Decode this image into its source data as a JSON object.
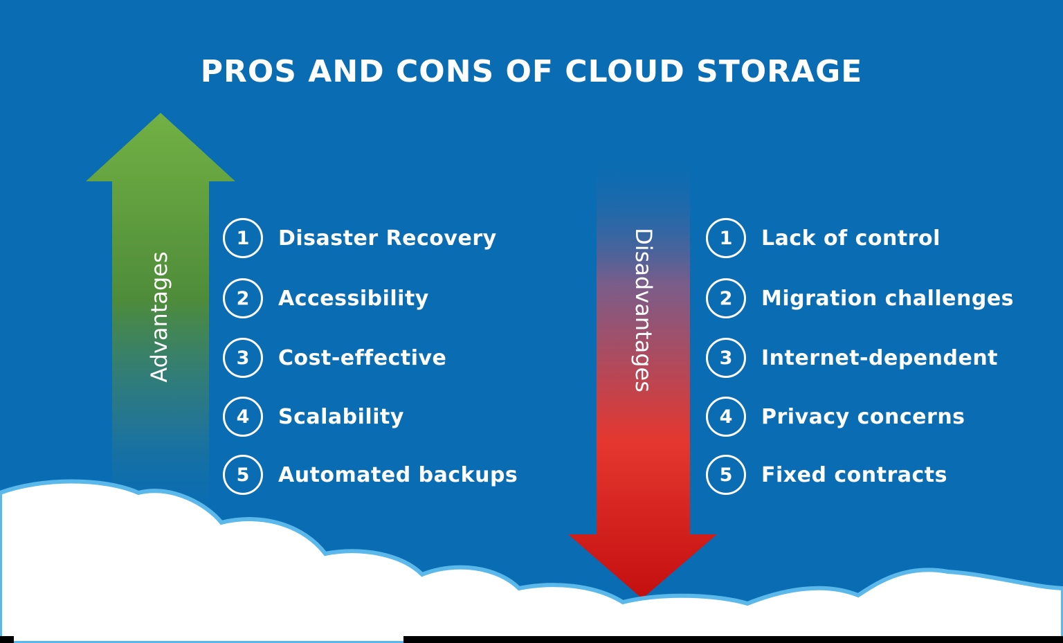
{
  "title": "PROS AND CONS OF CLOUD STORAGE",
  "advantages": {
    "label": "Advantages",
    "items": [
      {
        "num": "1",
        "text": "Disaster Recovery"
      },
      {
        "num": "2",
        "text": "Accessibility"
      },
      {
        "num": "3",
        "text": "Cost-effective"
      },
      {
        "num": "4",
        "text": "Scalability"
      },
      {
        "num": "5",
        "text": "Automated backups"
      }
    ]
  },
  "disadvantages": {
    "label": "Disadvantages",
    "items": [
      {
        "num": "1",
        "text": "Lack of control"
      },
      {
        "num": "2",
        "text": "Migration challenges"
      },
      {
        "num": "3",
        "text": "Internet-dependent"
      },
      {
        "num": "4",
        "text": "Privacy concerns"
      },
      {
        "num": "5",
        "text": "Fixed contracts"
      }
    ]
  },
  "colors": {
    "background": "#0a6cb2",
    "up_arrow": "#6fb043",
    "down_arrow": "#d71f1f",
    "cloud": "#ffffff",
    "cloud_edge": "#5bb8ea"
  }
}
